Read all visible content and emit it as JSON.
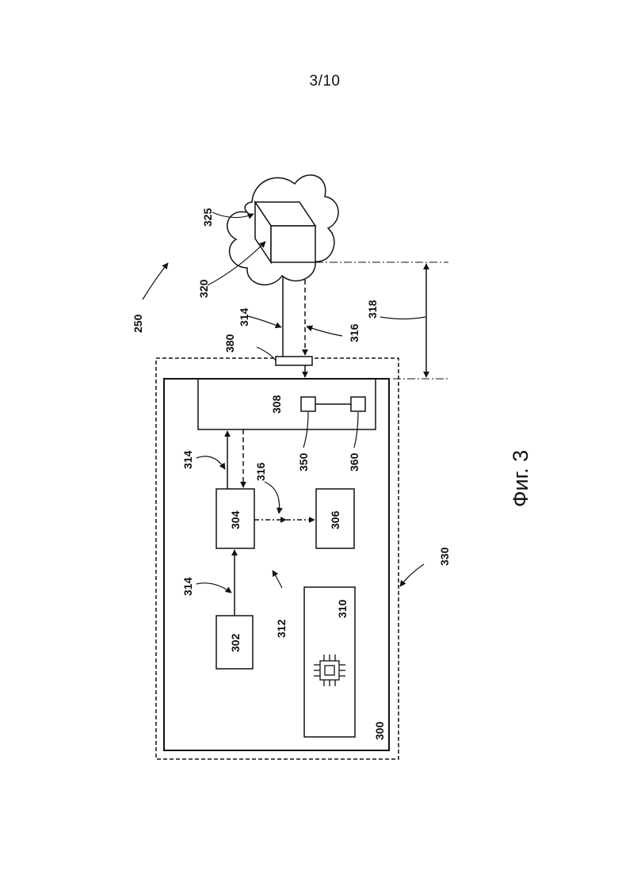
{
  "page_number": "3/10",
  "figure_caption": "Фиг. 3",
  "reference_labels": {
    "system": "250",
    "device": "300",
    "component_302": "302",
    "component_304": "304",
    "component_306": "306",
    "component_308": "308",
    "component_310": "310",
    "bus": "312",
    "signal_314": "314",
    "signal_316": "316",
    "distance_318": "318",
    "remote_device": "320",
    "cloud": "325",
    "housing": "330",
    "element_350": "350",
    "element_360": "360",
    "connector": "380"
  }
}
